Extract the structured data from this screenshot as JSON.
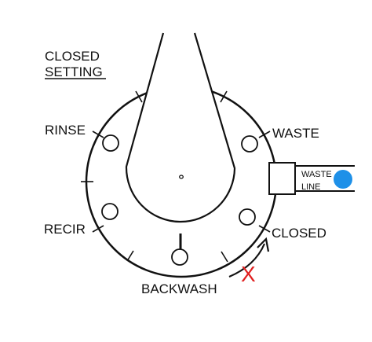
{
  "diagram": {
    "header_line1": "CLOSED",
    "header_line2": "SETTING",
    "labels": {
      "rinse": "RINSE",
      "waste": "WASTE",
      "recir": "RECIR",
      "closed": "CLOSED",
      "backwash": "BACKWASH",
      "waste_line_1": "WASTE",
      "waste_line_2": "LINE"
    },
    "crossed_mark": "X",
    "colors": {
      "ink": "#111111",
      "cross": "#e02020",
      "waste_line_dot": "#1e90e8"
    },
    "current_setting": "CLOSED"
  }
}
